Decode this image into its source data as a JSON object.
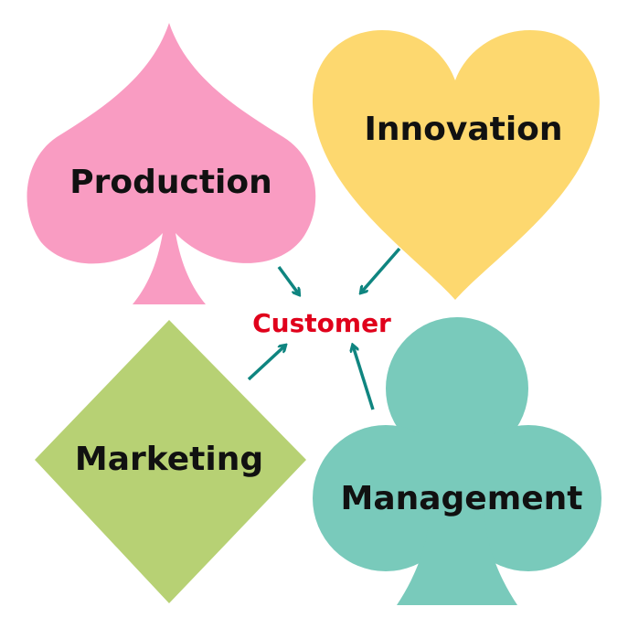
{
  "diagram": {
    "center": {
      "label": "Customer",
      "color": "#e0001b"
    },
    "arrow_color": "#0f8580",
    "nodes": [
      {
        "id": "production",
        "label": "Production",
        "suit": "spade-icon",
        "color": "#f99cc2"
      },
      {
        "id": "innovation",
        "label": "Innovation",
        "suit": "heart-icon",
        "color": "#fdd86f"
      },
      {
        "id": "marketing",
        "label": "Marketing",
        "suit": "diamond-icon",
        "color": "#b7d174"
      },
      {
        "id": "management",
        "label": "Management",
        "suit": "club-icon",
        "color": "#79cabb"
      }
    ]
  }
}
